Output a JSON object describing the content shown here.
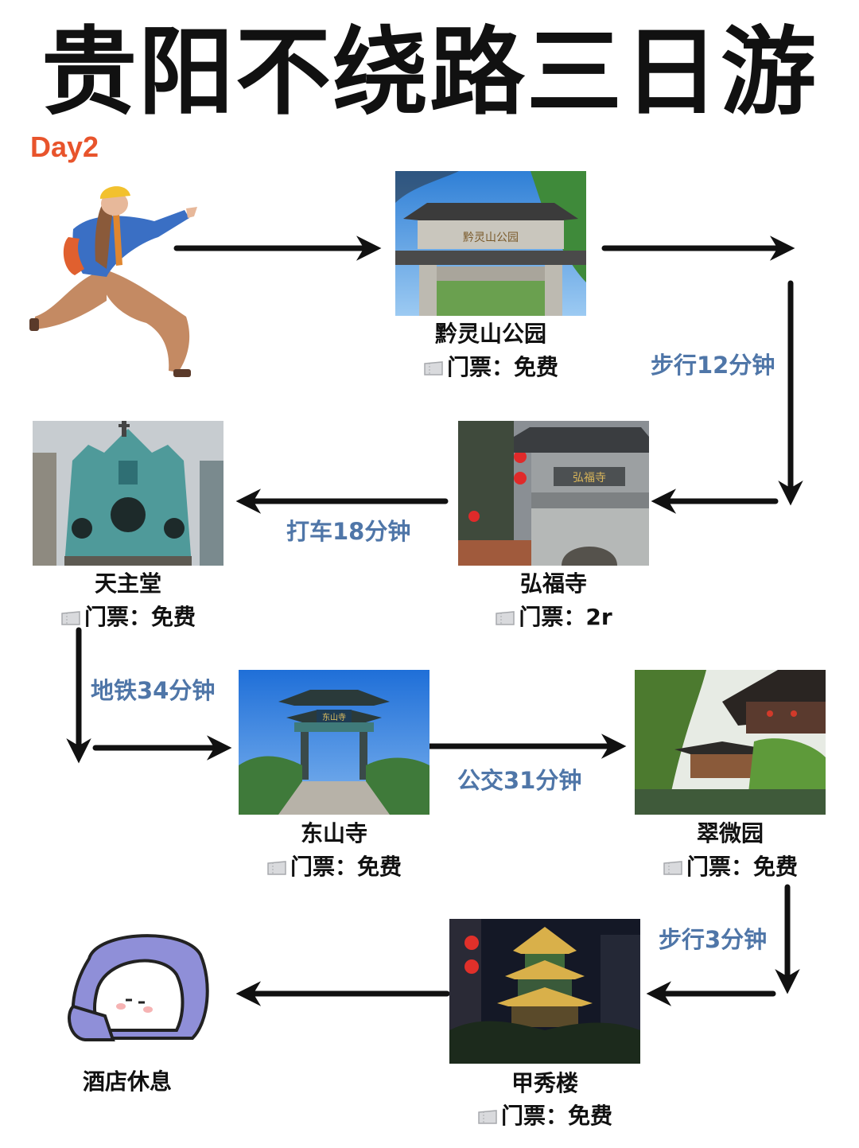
{
  "title": "贵阳不绕路三日游",
  "day_label": "Day2",
  "stops": [
    {
      "name": "黔灵山公园",
      "ticket": "门票：免费",
      "sign": "黔灵山公园"
    },
    {
      "name": "弘福寺",
      "ticket": "门票：2r",
      "sign": "弘福寺"
    },
    {
      "name": "天主堂",
      "ticket": "门票：免费"
    },
    {
      "name": "东山寺",
      "ticket": "门票：免费",
      "sign": "东山寺"
    },
    {
      "name": "翠微园",
      "ticket": "门票：免费"
    },
    {
      "name": "甲秀楼",
      "ticket": "门票：免费"
    },
    {
      "name": "酒店休息"
    }
  ],
  "transit": [
    {
      "label": "步行12分钟"
    },
    {
      "label": "打车18分钟"
    },
    {
      "label": "地铁34分钟"
    },
    {
      "label": "公交31分钟"
    },
    {
      "label": "步行3分钟"
    }
  ],
  "colors": {
    "title": "#111111",
    "day": "#e8542c",
    "transit": "#4f76a8",
    "arrow": "#111111"
  },
  "icons": [
    "traveler-illustration",
    "ticket-icon",
    "resting-ghost-icon"
  ]
}
